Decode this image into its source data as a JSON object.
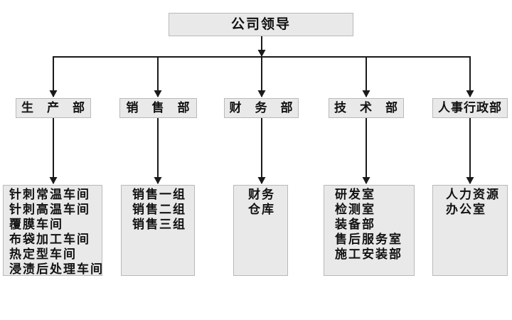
{
  "title": {
    "label": "公司领导"
  },
  "departments": [
    {
      "label": "生　产　部",
      "units": [
        "针刺常温车间",
        "针刺高温车间",
        "覆膜车间",
        "布袋加工车间",
        "热定型车间",
        "浸渍后处理车间"
      ]
    },
    {
      "label": "销　售　部",
      "units": [
        "销售一组",
        "销售二组",
        "销售三组"
      ]
    },
    {
      "label": "财　务　部",
      "units": [
        "财务",
        "仓库"
      ]
    },
    {
      "label": "技　术　部",
      "units": [
        "研发室",
        "检测室",
        "装备部",
        "售后服务室",
        "施工安装部"
      ]
    },
    {
      "label": "人事行政部",
      "units": [
        "人力资源",
        "办公室"
      ]
    }
  ],
  "colors": {
    "box_fill": "#e9e9e9",
    "box_border": "#b9b9b9",
    "line": "#1a1a1a",
    "text": "#121212",
    "background": "#ffffff"
  }
}
